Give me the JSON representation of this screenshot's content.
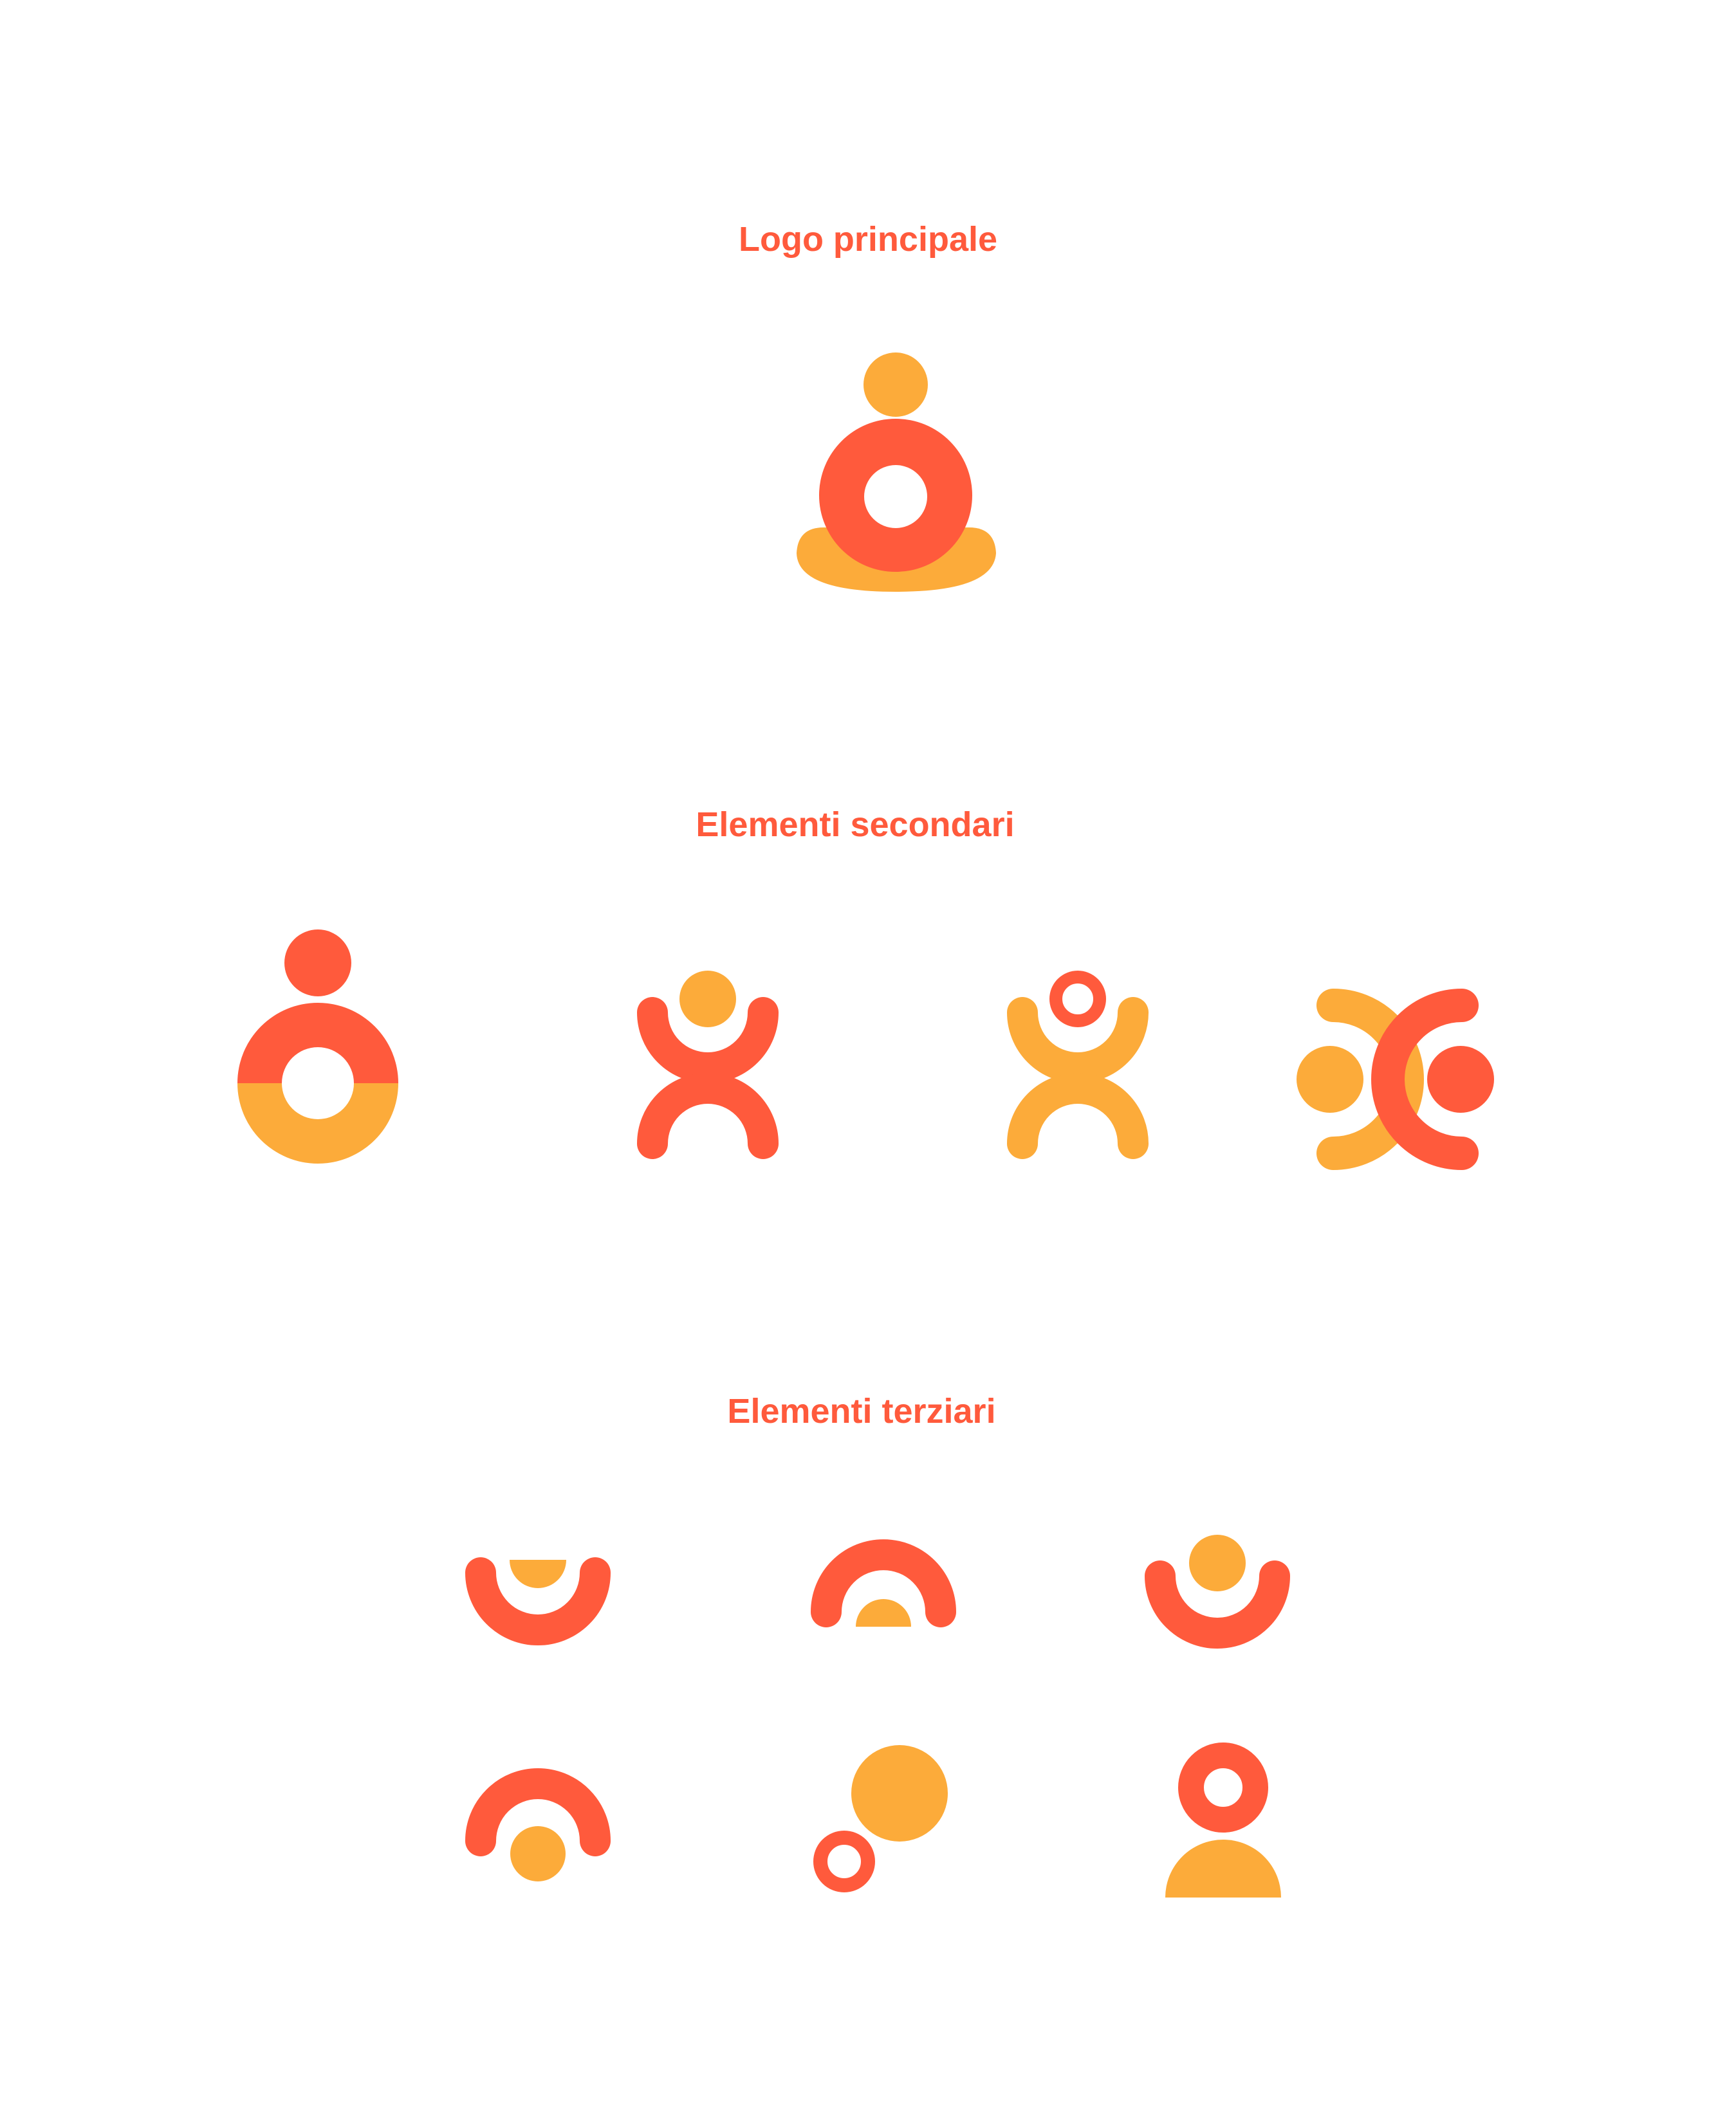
{
  "colors": {
    "red": "#FF5A3C",
    "yellow": "#FCAB3A",
    "background": "#FFFFFF"
  },
  "sections": {
    "main": {
      "title": "Logo principale"
    },
    "secondary": {
      "title": "Elementi secondari"
    },
    "tertiary": {
      "title": "Elementi terziari"
    }
  },
  "marks": {
    "main": [
      "meditating-figure-logo"
    ],
    "secondary": [
      "figure-split-ring-icon",
      "figure-arms-up-red-icon",
      "figure-arms-up-yellow-icon",
      "two-facing-figures-icon"
    ],
    "tertiary": [
      "smile-arc-half-dot-icon",
      "rainbow-arc-half-dot-icon",
      "smile-arc-dot-icon",
      "rainbow-arc-dot-icon",
      "ring-and-dot-icon",
      "person-ring-icon"
    ]
  }
}
